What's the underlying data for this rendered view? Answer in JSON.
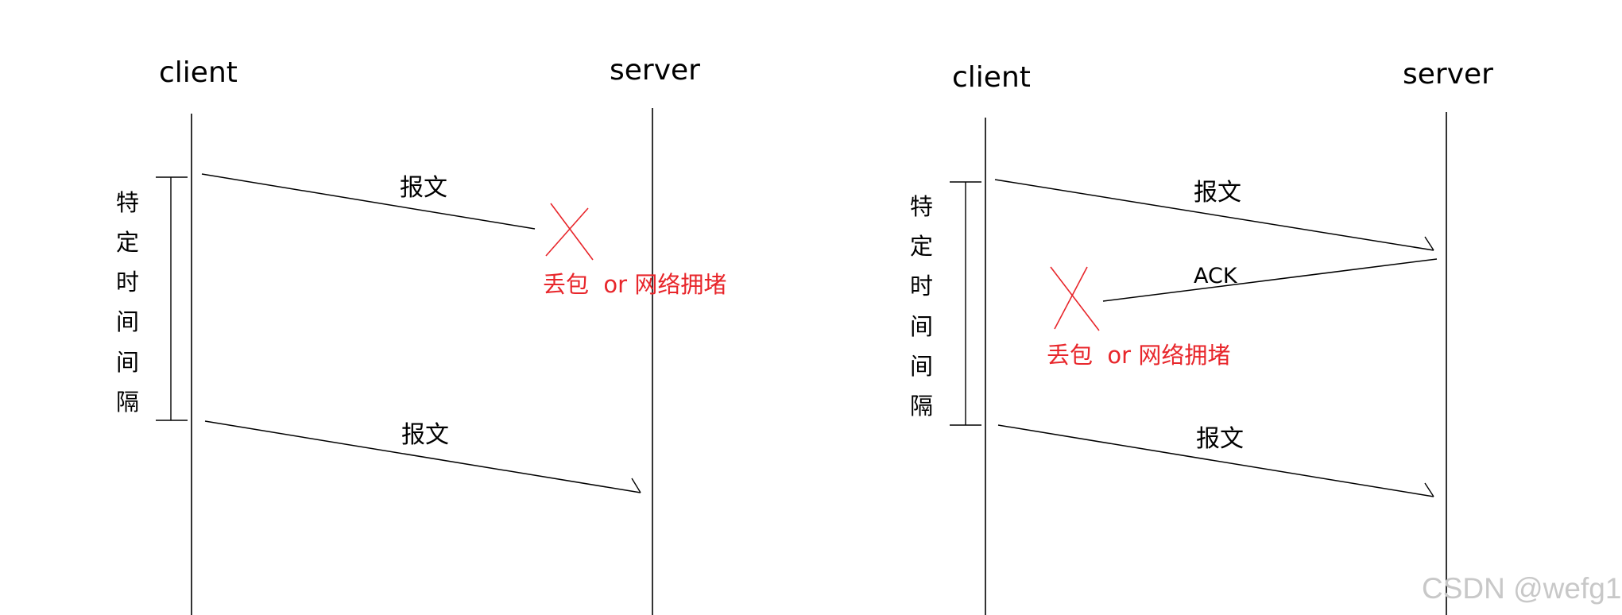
{
  "diagrams": [
    {
      "client": "client",
      "server": "server",
      "interval_label": [
        "特",
        "定",
        "时",
        "间",
        "间",
        "隔"
      ],
      "msg1": "报文",
      "msg2": "报文",
      "loss_text": "丢包  or 网络拥堵"
    },
    {
      "client": "client",
      "server": "server",
      "interval_label": [
        "特",
        "定",
        "时",
        "间",
        "间",
        "隔"
      ],
      "msg1": "报文",
      "ack": "ACK",
      "msg2": "报文",
      "loss_text": "丢包  or 网络拥堵"
    }
  ],
  "watermark": "CSDN @wefg1",
  "colors": {
    "line": "#000000",
    "loss": "#e8262b",
    "watermark": "#c8c8c8"
  }
}
